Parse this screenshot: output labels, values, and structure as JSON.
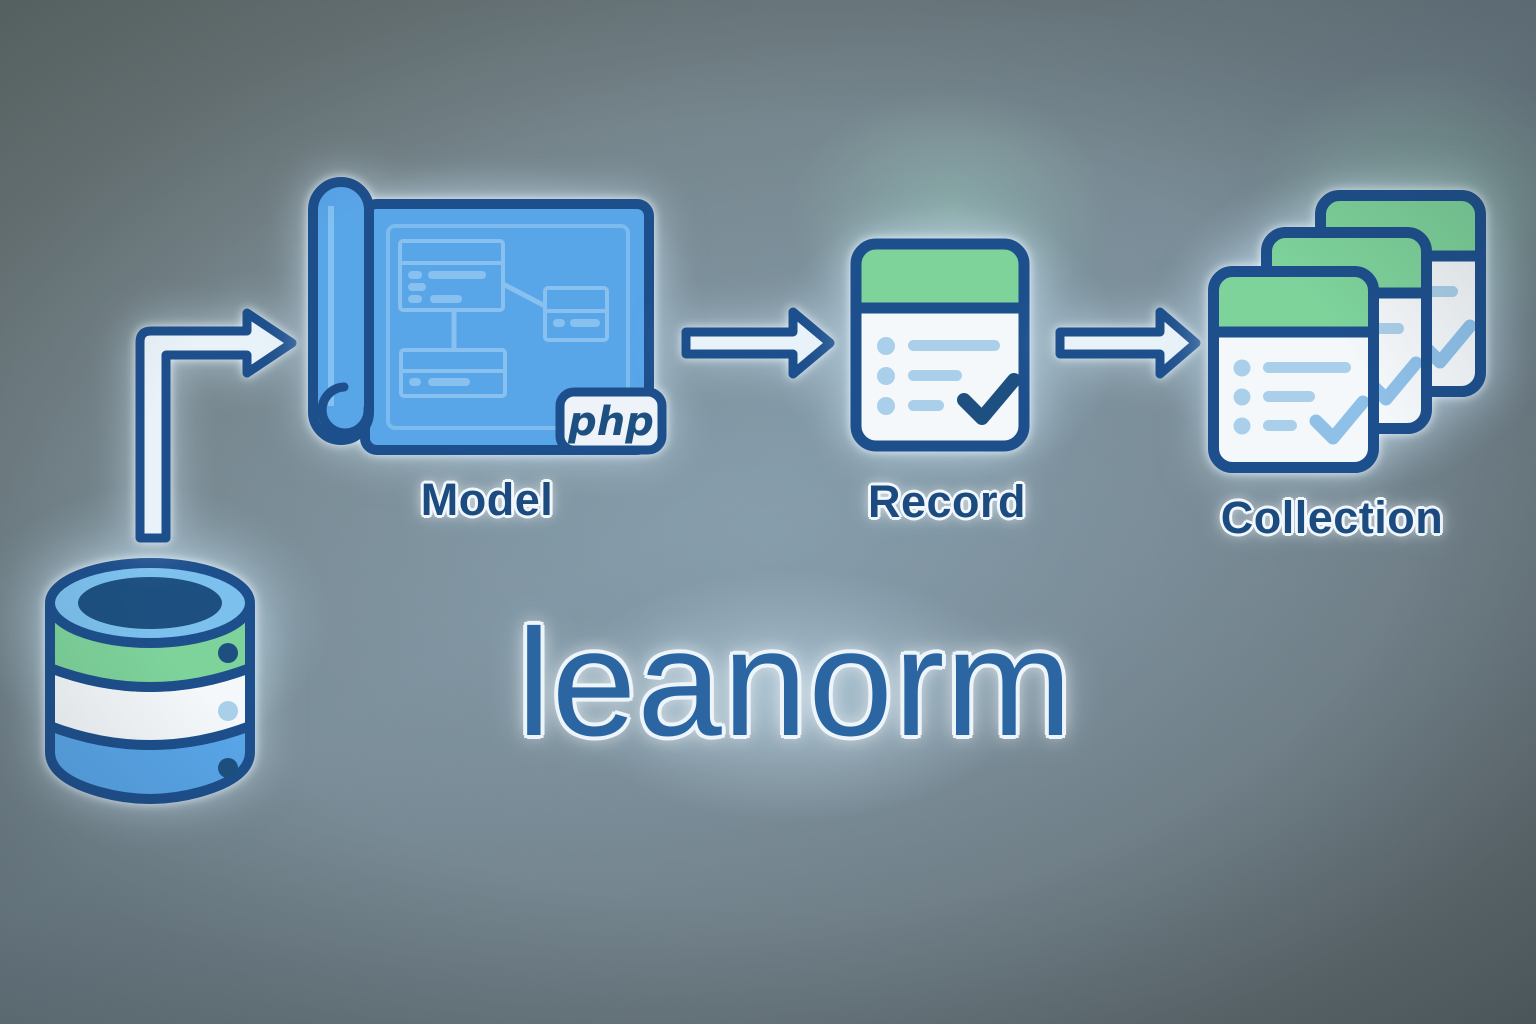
{
  "brand": {
    "title": "leanorm"
  },
  "nodes": {
    "database": {
      "icon": "database-cylinder-icon"
    },
    "model": {
      "icon": "blueprint-scroll-icon",
      "label": "Model",
      "badge": "php"
    },
    "record": {
      "icon": "record-card-icon",
      "label": "Record"
    },
    "collection": {
      "icon": "stacked-cards-icon",
      "label": "Collection"
    }
  },
  "flow": [
    "database",
    "model",
    "record",
    "collection"
  ],
  "colors": {
    "outline_navy": "#1d4f8c",
    "dark_navy_fill": "#1d5080",
    "primary_blue": "#58a5e8",
    "sky_rim": "#7cc1ee",
    "mint_green": "#7ed39b",
    "light_blue": "#a9cfe9",
    "paper_white": "#f4f8fb",
    "arrow_fill": "#e9f2f9",
    "title_blue": "#2b66a3",
    "label_navy": "#1c4b80"
  }
}
